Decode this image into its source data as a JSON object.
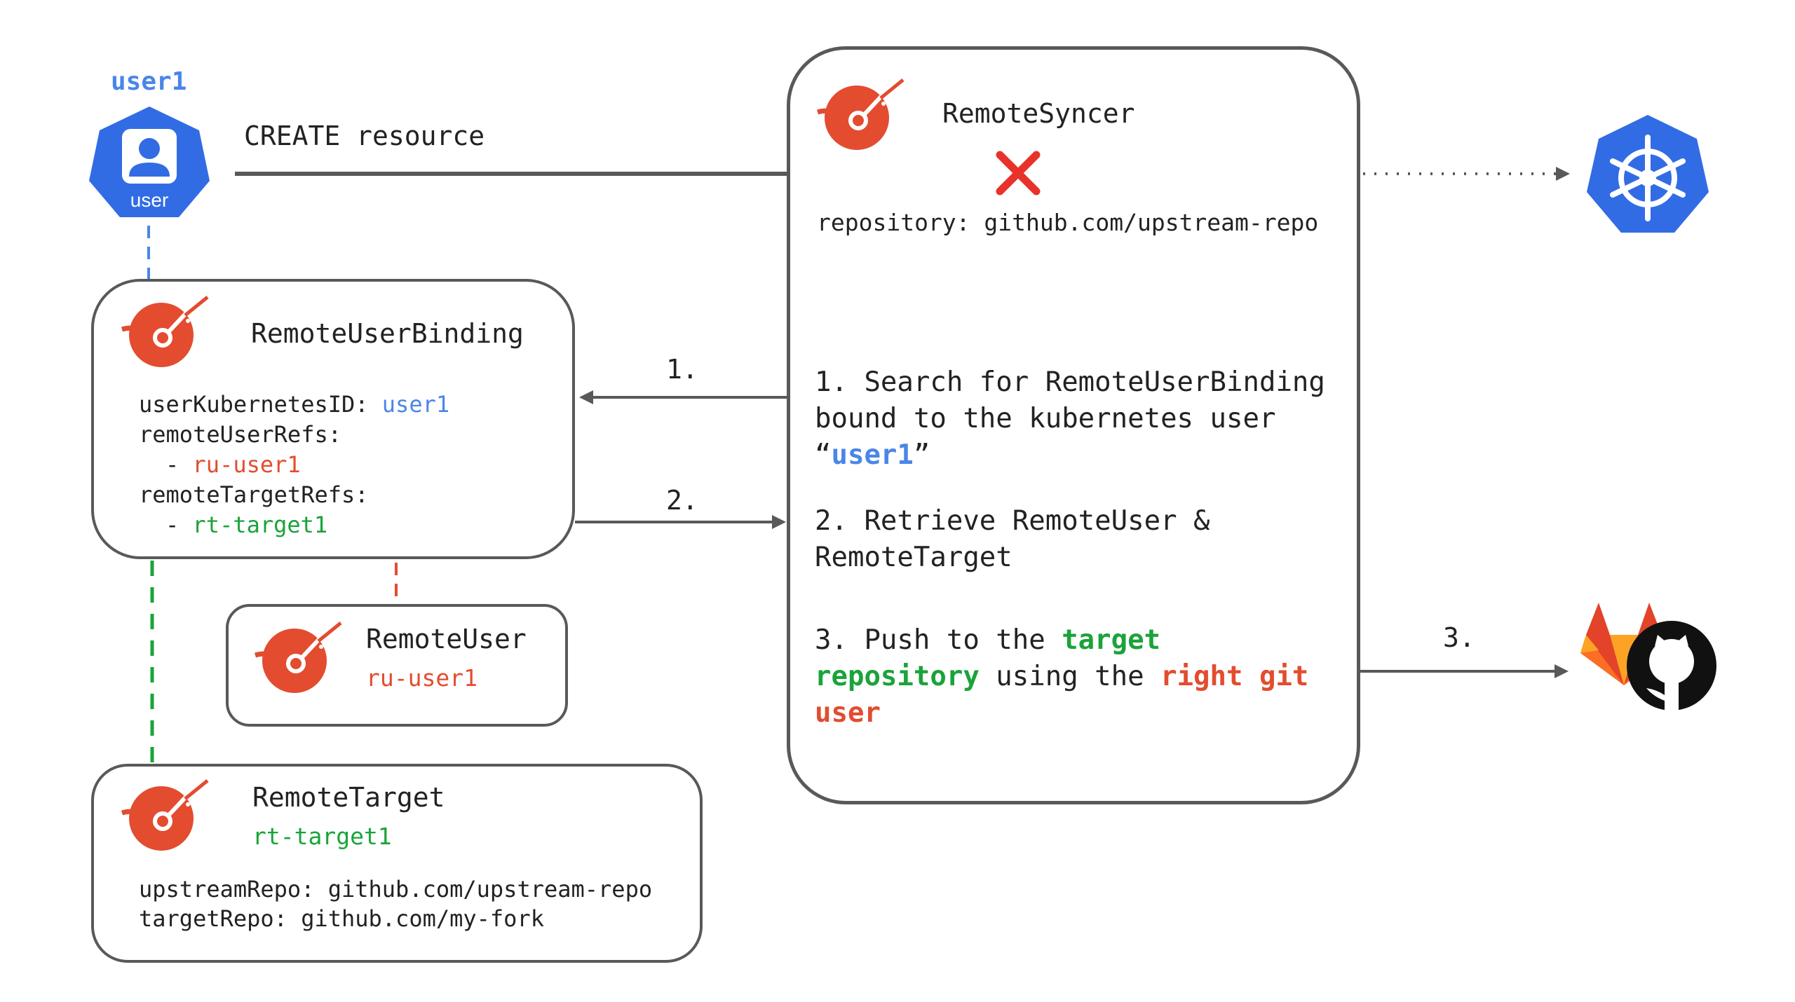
{
  "user": {
    "name": "user1",
    "icon_caption": "user",
    "action": "CREATE resource"
  },
  "syncer": {
    "title": "RemoteSyncer",
    "repository_label": "repository:",
    "repository_value": "github.com/upstream-repo",
    "step1_line1": "1. Search for RemoteUserBinding",
    "step1_line2": "bound to the kubernetes user",
    "step1_quote_open": "“",
    "step1_user": "user1",
    "step1_quote_close": "”",
    "step2_line1": "2. Retrieve RemoteUser &",
    "step2_line2": "RemoteTarget",
    "step3_prefix": "3. Push to the ",
    "step3_target": "target",
    "step3_repository": "repository",
    "step3_middle": " using the ",
    "step3_right_git": "right git",
    "step3_user": "user"
  },
  "binding": {
    "title": "RemoteUserBinding",
    "k8s_id_label": "userKubernetesID:",
    "k8s_id_value": "user1",
    "user_refs_label": "remoteUserRefs:",
    "user_ref_dash": "- ",
    "user_ref_value": "ru-user1",
    "target_refs_label": "remoteTargetRefs:",
    "target_ref_dash": "- ",
    "target_ref_value": "rt-target1"
  },
  "remote_user": {
    "title": "RemoteUser",
    "name": "ru-user1"
  },
  "remote_target": {
    "title": "RemoteTarget",
    "name": "rt-target1",
    "upstream_line": "upstreamRepo: github.com/upstream-repo",
    "target_line": "targetRepo: github.com/my-fork"
  },
  "arrows": {
    "arrow1_label": "1.",
    "arrow2_label": "2.",
    "arrow3_label": "3."
  },
  "icons": {
    "app_logo": "remote-syncer-logo-icon",
    "user": "user-badge-icon",
    "kubernetes": "kubernetes-wheel-icon",
    "gitlab": "gitlab-icon",
    "github": "github-icon",
    "blocked": "red-x-icon"
  },
  "colors": {
    "blue": "#4a86e8",
    "red": "#e34c2f",
    "green": "#1aa33a",
    "border": "#595959",
    "k8s": "#326ce5"
  }
}
